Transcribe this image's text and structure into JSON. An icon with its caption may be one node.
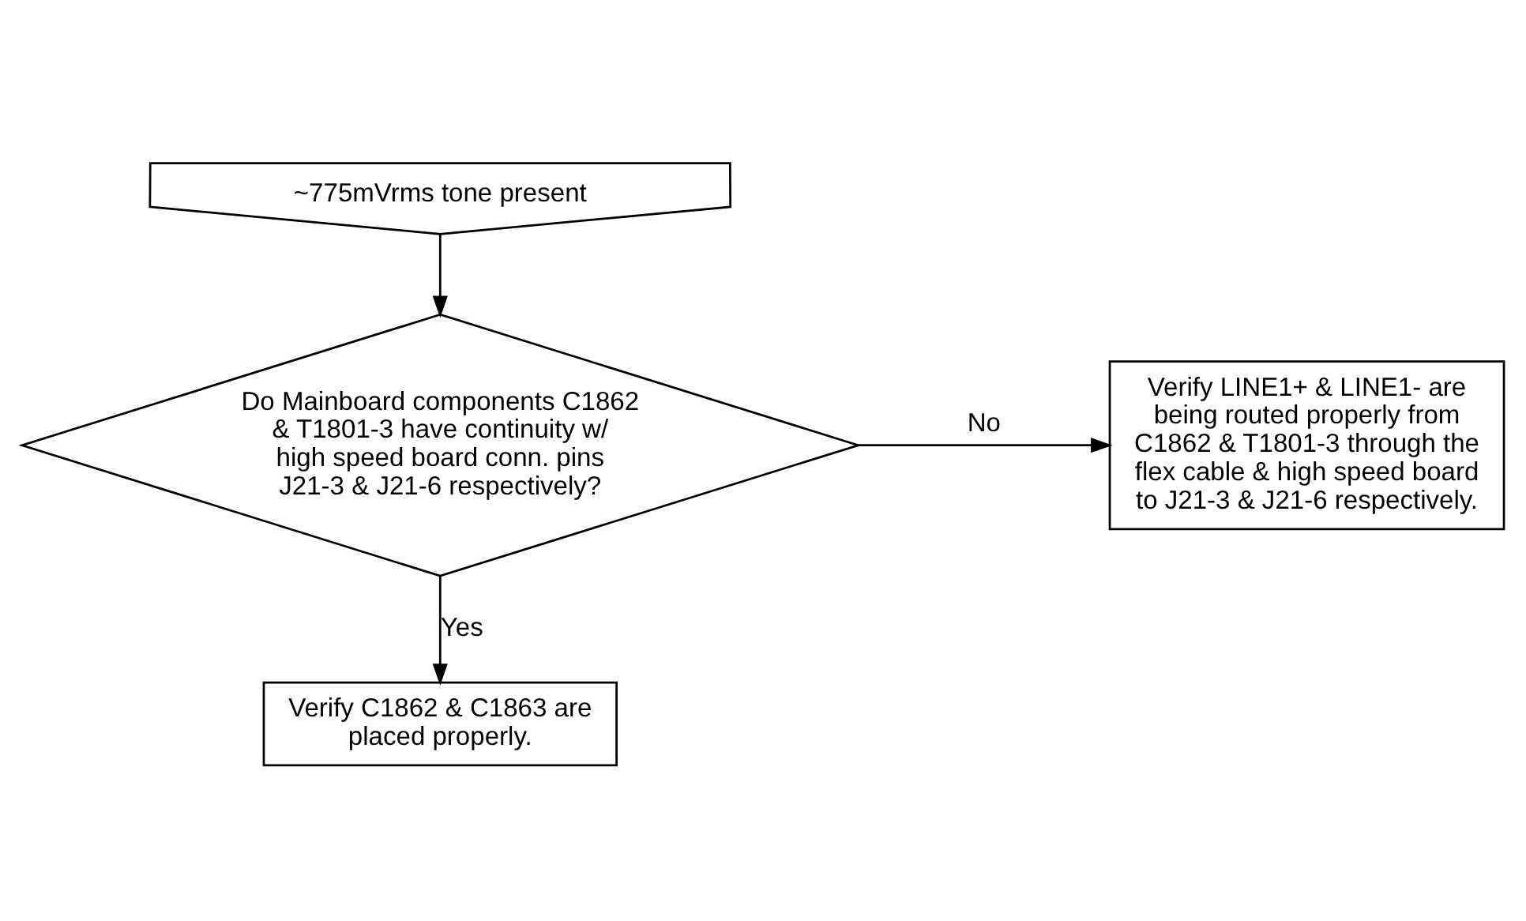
{
  "diagram": {
    "nodes": [
      {
        "text": [
          "~775mVrms tone present"
        ]
      },
      {
        "text": [
          "Do Mainboard components C1862 & T1801-3 have continuity w/ high speed board conn. pins J21-3 & J21-6 respectively?"
        ]
      },
      {
        "text": [
          "Verify LINE1+ & LINE1- are being routed properly from C1862 & T1801-3 through the flex cable & high speed board to J21-3 & J21-6 respectively."
        ]
      },
      {
        "text": [
          "Verify C1862 & C1863 are placed properly."
        ]
      }
    ],
    "edges": [
      {
        "from": 0,
        "to": 1,
        "arrow": "to"
      },
      {
        "from": 1,
        "to": 2,
        "arrow": "to",
        "label": "No"
      },
      {
        "from": 1,
        "to": 3,
        "arrow": "to",
        "label": "Yes"
      }
    ]
  }
}
